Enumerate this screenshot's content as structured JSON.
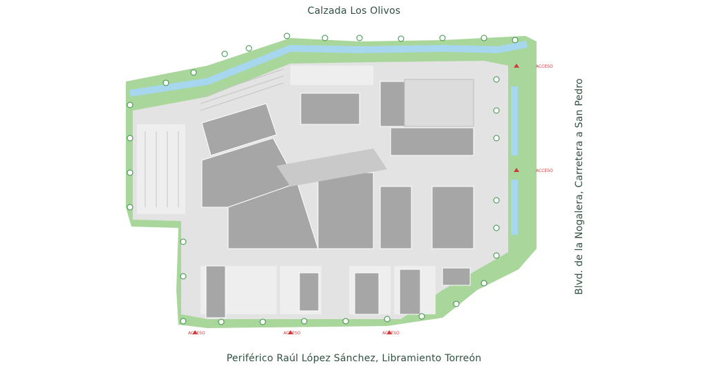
{
  "streets": {
    "top": "Calzada Los Olivos",
    "bottom": "Periférico Raúl López Sánchez, Libramiento Torreón",
    "right": "Blvd. de la Nogalera, Carretera a San Pedro"
  },
  "access_label": "ACCESO",
  "colors": {
    "green": "#a9d69b",
    "water": "#a6d7ee",
    "building": "#a6a6a6",
    "paving": "#dcdcdc",
    "parking": "#d2d2d2",
    "tree": "#2f8f3f",
    "text": "#2f4f3f",
    "access": "#d23a3a"
  },
  "icons": [
    "tree-icon",
    "parking-marker-icon",
    "access-arrow-icon"
  ]
}
